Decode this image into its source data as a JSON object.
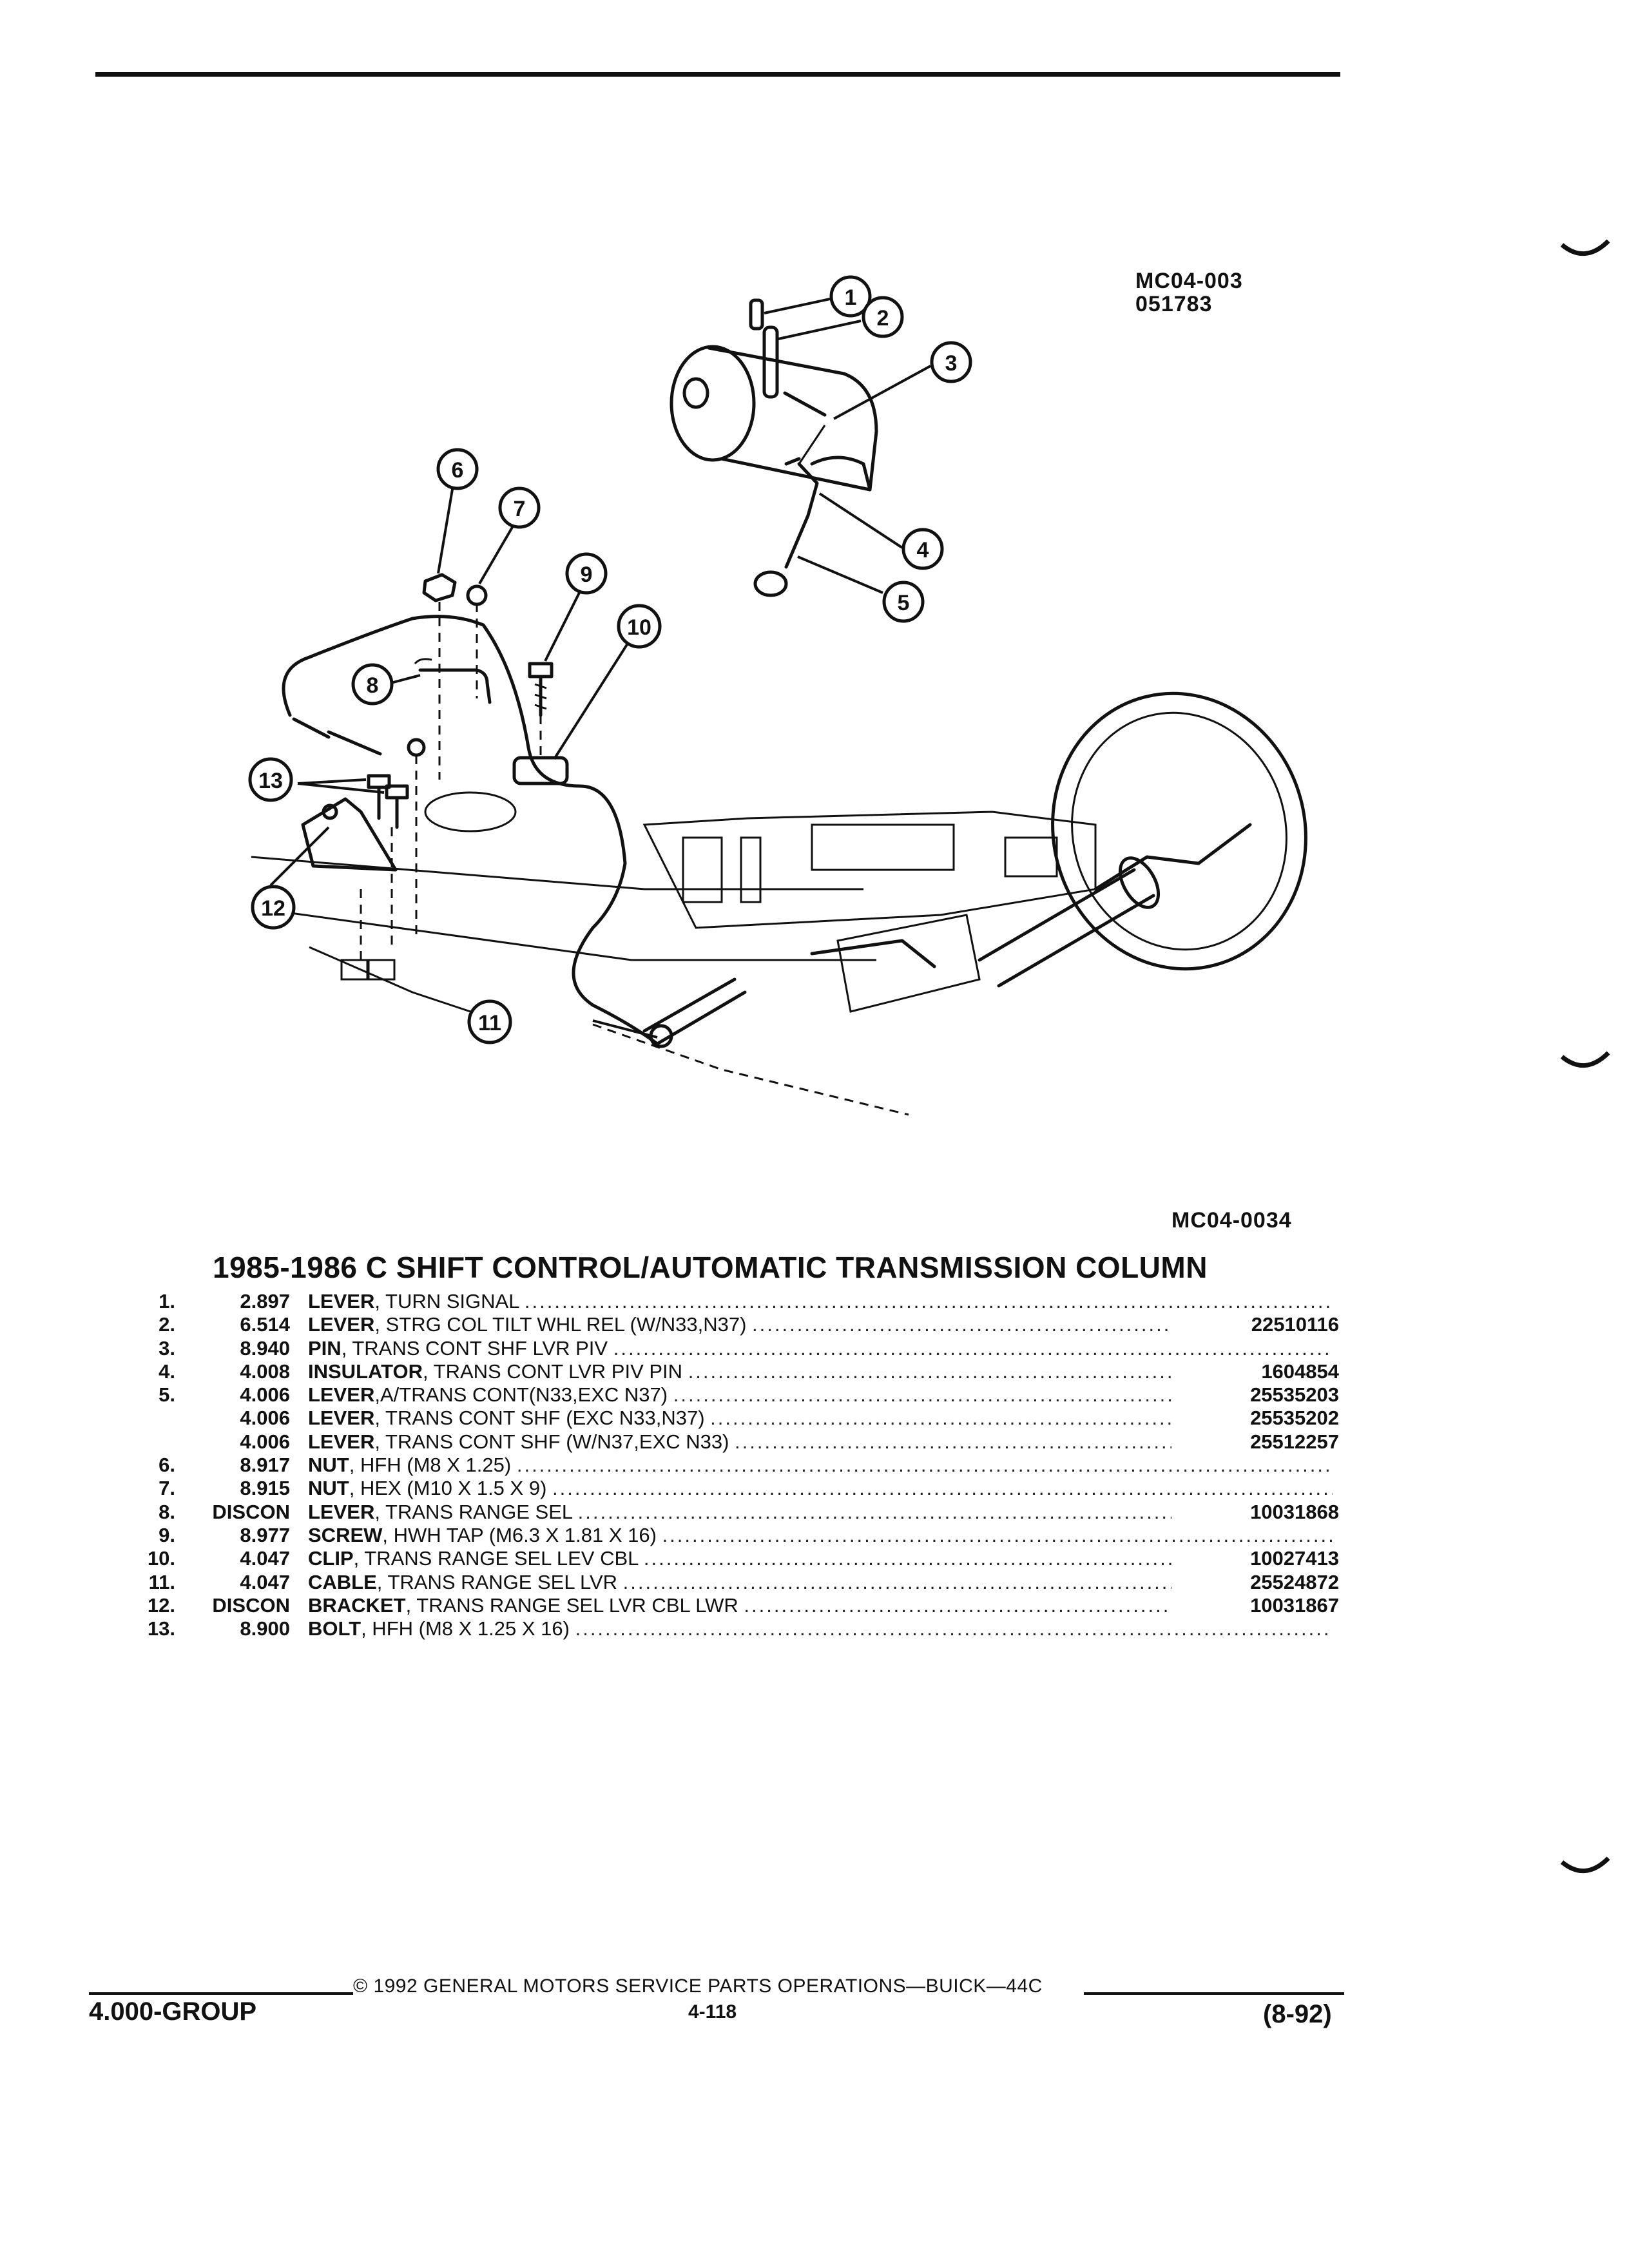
{
  "figure": {
    "upper_code_1": "MC04-003",
    "upper_code_2": "051783",
    "lower_code": "MC04-0034",
    "callouts": [
      "1",
      "2",
      "3",
      "4",
      "5",
      "6",
      "7",
      "8",
      "9",
      "10",
      "11",
      "12",
      "13"
    ]
  },
  "table": {
    "title": "1985-1986 C SHIFT CONTROL/AUTOMATIC TRANSMISSION COLUMN",
    "rows": [
      {
        "ref": "1.",
        "code": "2.897",
        "name": "LEVER",
        "spec": ", TURN SIGNAL",
        "part_no": ""
      },
      {
        "ref": "2.",
        "code": "6.514",
        "name": "LEVER",
        "spec": ", STRG COL TILT WHL REL (W/N33,N37)",
        "part_no": "22510116"
      },
      {
        "ref": "3.",
        "code": "8.940",
        "name": "PIN",
        "spec": ", TRANS CONT SHF LVR PIV",
        "part_no": ""
      },
      {
        "ref": "4.",
        "code": "4.008",
        "name": "INSULATOR",
        "spec": ", TRANS CONT LVR PIV PIN",
        "part_no": "1604854"
      },
      {
        "ref": "5.",
        "code": "4.006",
        "name": "LEVER",
        "spec": ",A/TRANS CONT(N33,EXC N37)",
        "part_no": "25535203"
      },
      {
        "ref": "",
        "code": "4.006",
        "name": "LEVER",
        "spec": ", TRANS CONT SHF (EXC N33,N37)",
        "part_no": "25535202"
      },
      {
        "ref": "",
        "code": "4.006",
        "name": "LEVER",
        "spec": ", TRANS CONT SHF (W/N37,EXC N33)",
        "part_no": "25512257"
      },
      {
        "ref": "6.",
        "code": "8.917",
        "name": "NUT",
        "spec": ", HFH (M8 X 1.25)",
        "part_no": ""
      },
      {
        "ref": "7.",
        "code": "8.915",
        "name": "NUT",
        "spec": ", HEX (M10 X 1.5 X 9)",
        "part_no": ""
      },
      {
        "ref": "8.",
        "code": "DISCON",
        "name": "LEVER",
        "spec": ", TRANS RANGE SEL",
        "part_no": "10031868"
      },
      {
        "ref": "9.",
        "code": "8.977",
        "name": "SCREW",
        "spec": ", HWH TAP (M6.3 X 1.81 X 16)",
        "part_no": ""
      },
      {
        "ref": "10.",
        "code": "4.047",
        "name": "CLIP",
        "spec": ", TRANS RANGE SEL LEV CBL",
        "part_no": "10027413"
      },
      {
        "ref": "11.",
        "code": "4.047",
        "name": "CABLE",
        "spec": ", TRANS RANGE SEL LVR",
        "part_no": "25524872"
      },
      {
        "ref": "12.",
        "code": "DISCON",
        "name": "BRACKET",
        "spec": ", TRANS RANGE SEL LVR CBL LWR",
        "part_no": "10031867"
      },
      {
        "ref": "13.",
        "code": "8.900",
        "name": "BOLT",
        "spec": ", HFH (M8 X 1.25 X 16)",
        "part_no": ""
      }
    ]
  },
  "footer": {
    "copyright": "© 1992 GENERAL MOTORS SERVICE PARTS OPERATIONS—BUICK—44C",
    "group": "4.000-GROUP",
    "page": "4-118",
    "revision": "(8-92)"
  }
}
